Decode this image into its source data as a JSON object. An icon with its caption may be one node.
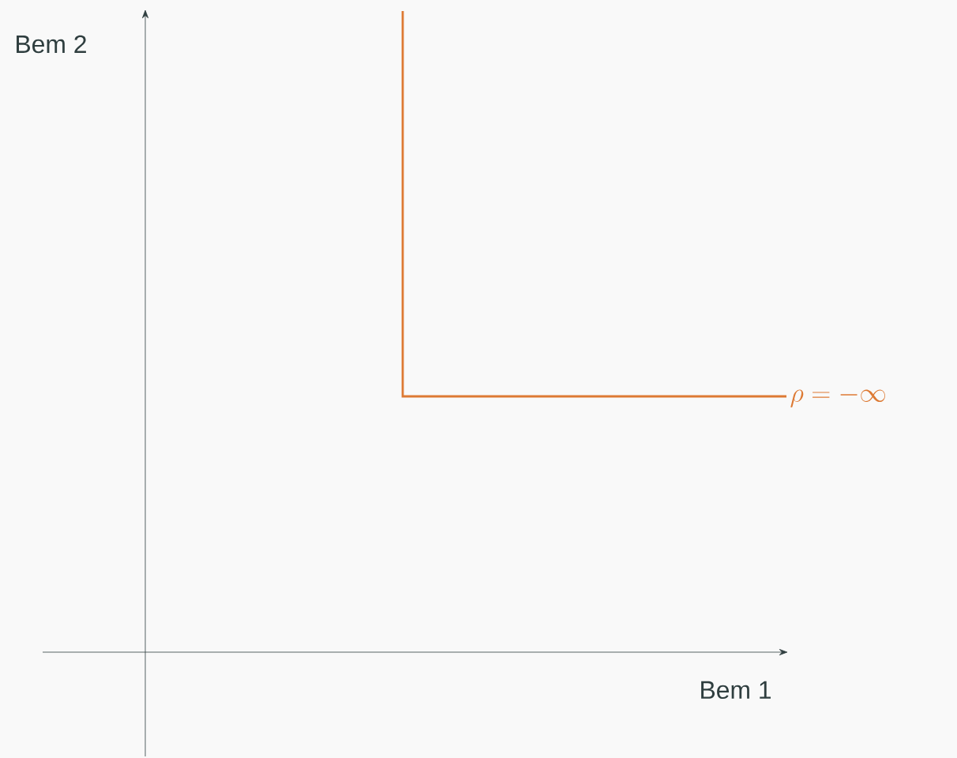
{
  "diagram": {
    "labels": [
      "Bem 2",
      "Bem 1",
      "\\rho = -\\infty"
    ]
  }
}
